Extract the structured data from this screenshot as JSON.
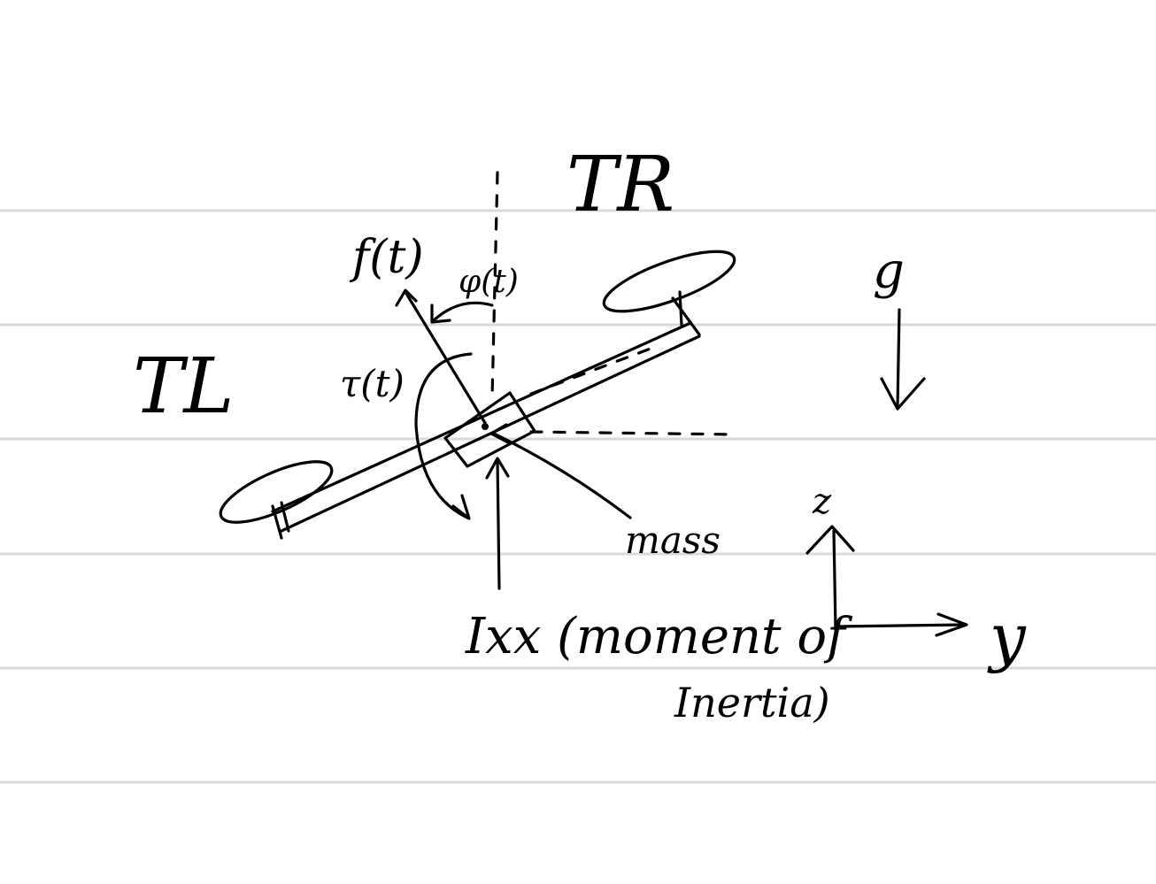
{
  "labels": {
    "thrust_right": "TR",
    "thrust_left": "TL",
    "force": "f(t)",
    "angle": "φ(t)",
    "torque": "τ(t)",
    "gravity": "g",
    "mass": "mass",
    "inertia_line1": "Ixx (moment of",
    "inertia_line2": "Inertia)",
    "axis_z": "z",
    "axis_y": "y"
  },
  "colors": {
    "ink": "#000000",
    "ruled_line": "#d9d9d9",
    "paper": "#ffffff"
  }
}
